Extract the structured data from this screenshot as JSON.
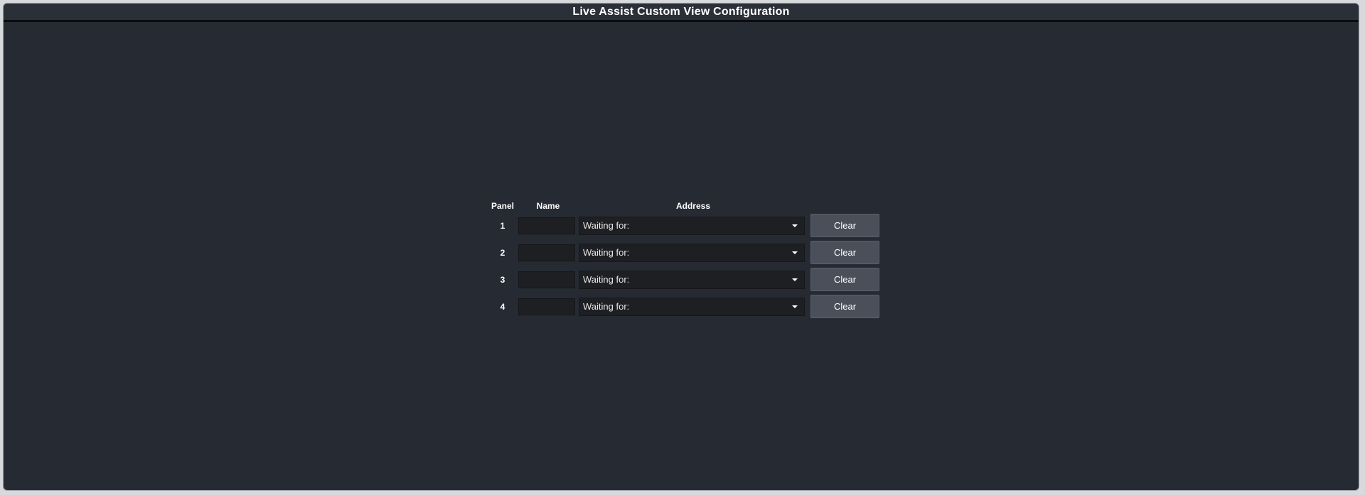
{
  "window": {
    "title": "Live Assist Custom View Configuration"
  },
  "table": {
    "headers": {
      "panel": "Panel",
      "name": "Name",
      "address": "Address"
    },
    "rows": [
      {
        "panel": "1",
        "name": "",
        "address": "Waiting for:",
        "clear_label": "Clear"
      },
      {
        "panel": "2",
        "name": "",
        "address": "Waiting for:",
        "clear_label": "Clear"
      },
      {
        "panel": "3",
        "name": "",
        "address": "Waiting for:",
        "clear_label": "Clear"
      },
      {
        "panel": "4",
        "name": "",
        "address": "Waiting for:",
        "clear_label": "Clear"
      }
    ]
  },
  "colors": {
    "background": "#262a33",
    "field": "#1e1f22",
    "button": "#4a4f5a",
    "text": "#ffffff"
  },
  "icons": {
    "dropdown": "caret-down-icon"
  }
}
